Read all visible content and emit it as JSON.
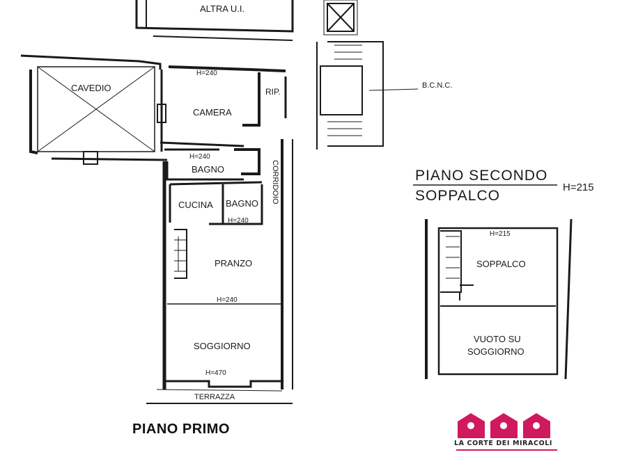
{
  "floor_first": {
    "caption": "PIANO PRIMO",
    "labels": {
      "altra_ui": "ALTRA U.I.",
      "cavedio": "CAVEDIO",
      "camera": "CAMERA",
      "rip": "RIP.",
      "h_camera": "H=240",
      "h_bagno1": "H=240",
      "bagno1": "BAGNO",
      "corridoio": "CORRIDOIO",
      "cucina": "CUCINA",
      "bagno2": "BAGNO",
      "h_bagno2": "H=240",
      "pranzo": "PRANZO",
      "h_pranzo": "H=240",
      "soggiorno": "SOGGIORNO",
      "h_soggiorno": "H=470",
      "terrazza": "TERRAZZA",
      "bcnc": "B.C.N.C."
    }
  },
  "floor_second": {
    "title_line1": "PIANO SECONDO",
    "title_line2": "SOPPALCO",
    "height": "H=215",
    "labels": {
      "h_soppalco": "H=215",
      "soppalco": "SOPPALCO",
      "vuoto_line1": "VUOTO SU",
      "vuoto_line2": "SOGGIORNO"
    }
  },
  "brand": {
    "name": "LA CORTE DEI MIRACOLI",
    "color": "#d0195f"
  }
}
